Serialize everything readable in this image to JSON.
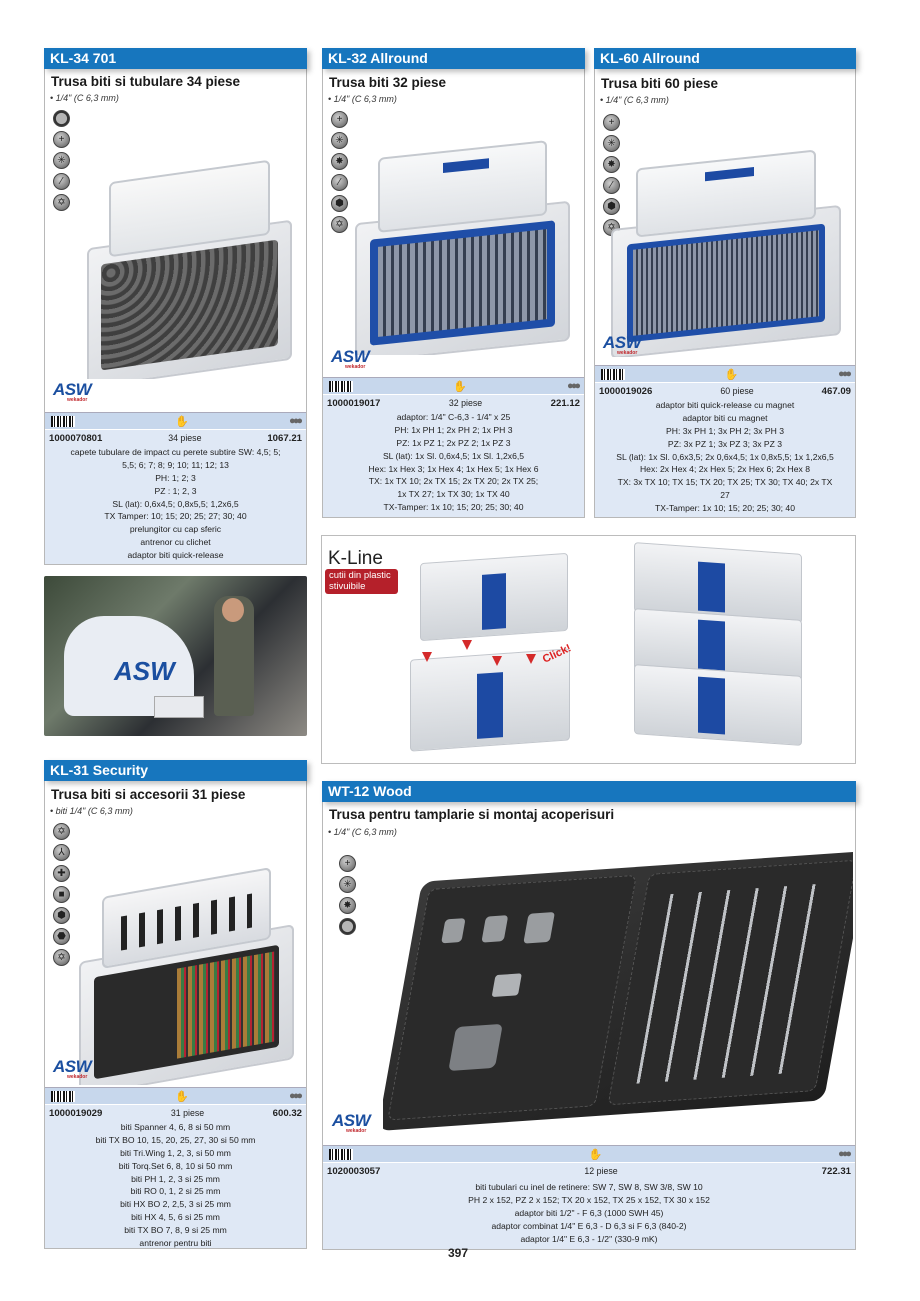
{
  "page_number": "397",
  "colors": {
    "header_blue": "#1776be",
    "info_bg": "#dfe8f5",
    "bar_bg": "#c7d7ec",
    "kline_tag": "#b5202a",
    "logo_blue": "#1b4fa0",
    "logo_red": "#c0282d"
  },
  "brand": {
    "logo": "ASW",
    "tagline": "wekador"
  },
  "products": [
    {
      "header": "KL-34 701",
      "title": "Trusa biti si tubulare 34 piese",
      "subtitle": "• 1/4\" (C 6,3 mm)",
      "icons": [
        "socket-ring-icon",
        "phillips-icon",
        "pozidriv-icon",
        "slotted-icon",
        "torx-tamper-icon"
      ],
      "code": "1000070801",
      "qty": "34 piese",
      "price": "1067.21",
      "lines": [
        "capete tubulare de impact cu perete subtire SW: 4,5; 5;",
        "5,5; 6; 7; 8; 9; 10; 11; 12; 13",
        "PH: 1; 2; 3",
        "PZ : 1; 2, 3",
        "SL (lat): 0,6x4,5; 0,8x5,5; 1,2x6,5",
        "TX Tamper: 10; 15; 20; 25; 27; 30; 40",
        "prelungitor cu cap sferic",
        "antrenor cu clichet",
        "adaptor biti quick-release"
      ]
    },
    {
      "header": "KL-32 Allround",
      "title": "Trusa biti 32 piese",
      "subtitle": "• 1/4\" (C 6,3 mm)",
      "icons": [
        "phillips-icon",
        "pozidriv-icon",
        "torx-icon",
        "slotted-icon",
        "hex-icon",
        "torx-tamper-icon"
      ],
      "code": "1000019017",
      "qty": "32 piese",
      "price": "221.12",
      "lines": [
        "adaptor: 1/4\" C-6,3 - 1/4\" x 25",
        "PH: 1x PH 1; 2x PH 2; 1x PH 3",
        "PZ: 1x PZ 1; 2x PZ 2; 1x PZ 3",
        "SL (lat): 1x Sl. 0,6x4,5; 1x Sl. 1,2x6,5",
        "Hex: 1x Hex 3; 1x Hex 4; 1x Hex 5; 1x Hex 6",
        "TX: 1x TX 10; 2x TX 15; 2x TX 20; 2x TX 25;",
        "1x TX 27; 1x TX 30; 1x TX 40",
        "TX-Tamper: 1x 10; 15; 20; 25; 30; 40"
      ]
    },
    {
      "header": "KL-60 Allround",
      "title": "Trusa biti 60 piese",
      "subtitle": "• 1/4\" (C 6,3 mm)",
      "icons": [
        "phillips-icon",
        "pozidriv-icon",
        "torx-icon",
        "slotted-icon",
        "hex-icon",
        "torx-tamper-icon"
      ],
      "code": "1000019026",
      "qty": "60 piese",
      "price": "467.09",
      "lines": [
        "adaptor biti quick-release cu magnet",
        "adaptor biti cu magnet",
        "PH: 3x PH 1; 3x PH 2; 3x PH 3",
        "PZ: 3x PZ 1; 3x PZ 3; 3x PZ 3",
        "SL (lat): 1x Sl. 0,6x3,5; 2x 0,6x4,5; 1x 0,8x5,5; 1x 1,2x6,5",
        "Hex: 2x Hex 4; 2x Hex 5; 2x Hex 6; 2x Hex 8",
        "TX: 3x TX 10; TX 15; TX 20; TX 25; TX 30; TX 40; 2x TX",
        "27",
        "TX-Tamper: 1x 10; 15; 20; 25; 30; 40"
      ]
    },
    {
      "header": "KL-31 Security",
      "title": "Trusa biti si accesorii 31 piese",
      "subtitle": "• biti 1/4\" (C 6,3 mm)",
      "icons": [
        "torx-tamper-icon",
        "tri-wing-icon",
        "torq-set-icon",
        "square-icon",
        "hex-icon",
        "hex-tamper-icon",
        "torx-tamper-icon"
      ],
      "code": "1000019029",
      "qty": "31 piese",
      "price": "600.32",
      "lines": [
        "biti Spanner 4, 6, 8 si 50 mm",
        "biti TX BO 10, 15, 20, 25, 27, 30 si 50 mm",
        "biti Tri.Wing 1, 2, 3, si 50 mm",
        "biti Torq.Set 6, 8, 10 si 50 mm",
        "biti PH 1, 2, 3 si 25 mm",
        "biti RO 0, 1, 2 si 25 mm",
        "biti HX BO 2, 2,5, 3 si 25 mm",
        "biti HX 4, 5, 6 si 25 mm",
        "biti TX BO 7, 8, 9 si 25 mm",
        "antrenor pentru biti"
      ]
    },
    {
      "header": "WT-12 Wood",
      "title": "Trusa pentru tamplarie si montaj acoperisuri",
      "subtitle": "• 1/4\" (C 6,3 mm)",
      "icons": [
        "phillips-icon",
        "pozidriv-icon",
        "torx-icon",
        "socket-ring-icon"
      ],
      "code": "1020003057",
      "qty": "12 piese",
      "price": "722.31",
      "lines": [
        "biti tubulari cu inel de retinere: SW 7, SW 8, SW 3/8, SW 10",
        "PH 2 x 152,  PZ 2 x 152;  TX 20 x 152,  TX 25 x 152,  TX 30 x 152",
        "adaptor biti 1/2\" - F 6,3 (1000 SWH 45)",
        "adaptor combinat 1/4\" E 6,3 - D 6,3 si F 6,3 (840-2)",
        "adaptor 1/4\" E 6,3 - 1/2\" (330-9 mK)"
      ]
    }
  ],
  "kline": {
    "title": "K-Line",
    "tag_line1": "cutii din plastic",
    "tag_line2": "stivuibile",
    "click_label": "Click!"
  },
  "icon_glyphs": {
    "socket-ring-icon": "",
    "phillips-icon": "+",
    "pozidriv-icon": "✳",
    "torx-icon": "✸",
    "slotted-icon": "⁄",
    "hex-icon": "⬢",
    "torx-tamper-icon": "✡",
    "tri-wing-icon": "⅄",
    "torq-set-icon": "✚",
    "square-icon": "■",
    "hex-tamper-icon": "⬣"
  }
}
